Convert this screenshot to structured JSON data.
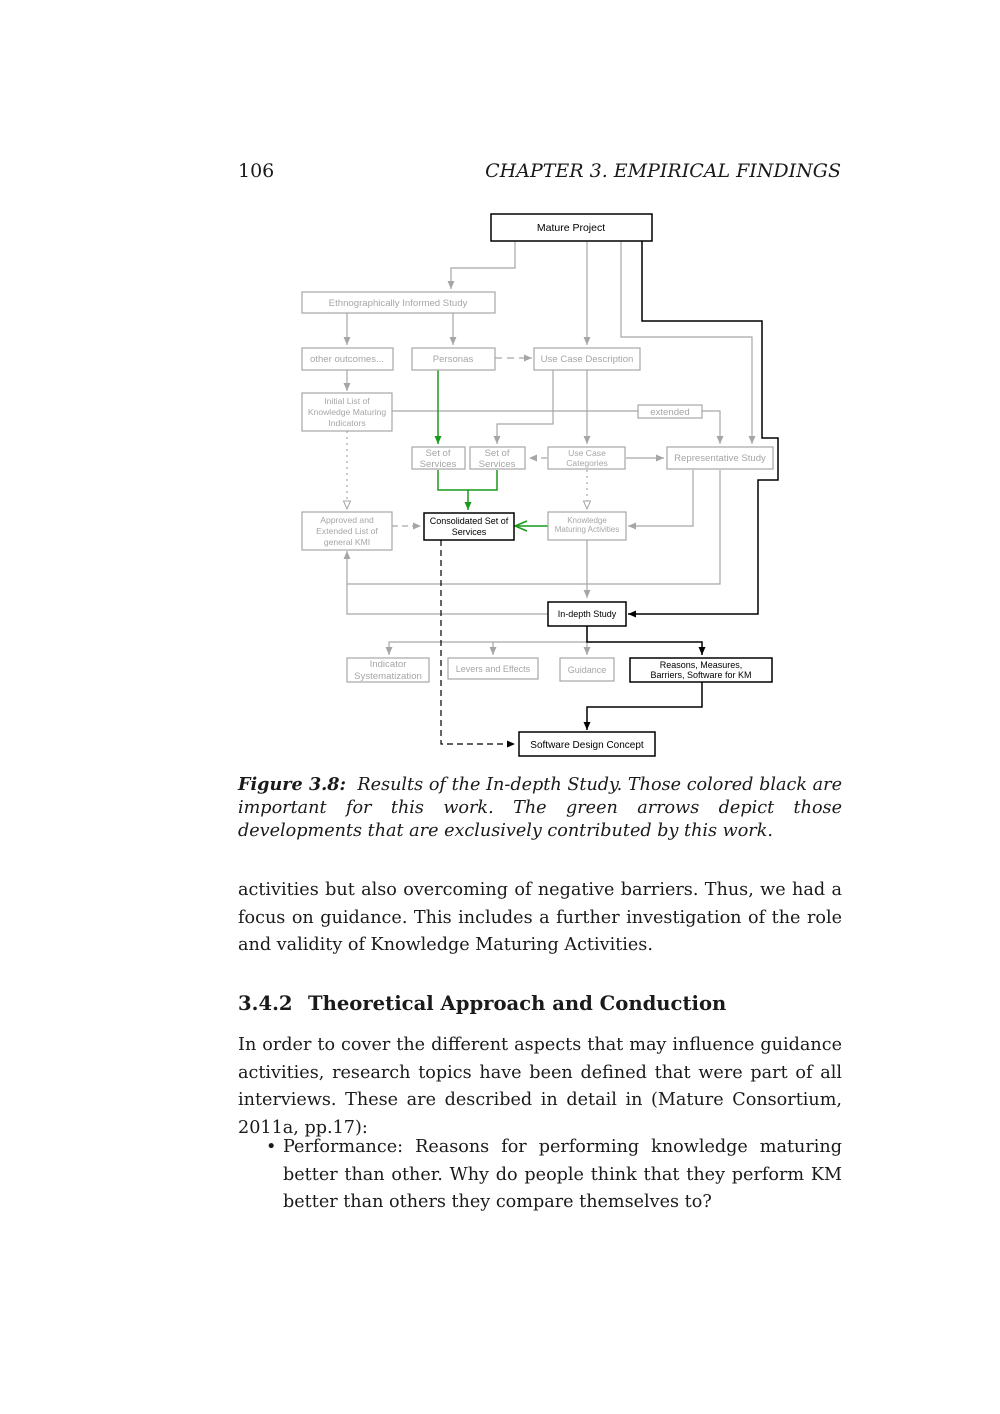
{
  "header": {
    "page_number": "106",
    "chapter": "CHAPTER 3.  EMPIRICAL FINDINGS"
  },
  "figure": {
    "nodes": {
      "mature_project": "Mature Project",
      "ethnographic_study": "Ethnographically Informed Study",
      "other_outcomes": "other outcomes...",
      "personas": "Personas",
      "use_case_description": "Use Case Description",
      "initial_list": [
        "Initial List of",
        "Knowledge Maturing",
        "Indicators"
      ],
      "extended": "extended",
      "set_of_services_1": [
        "Set of",
        "Services"
      ],
      "set_of_services_2": [
        "Set of",
        "Services"
      ],
      "use_case_categories": [
        "Use Case",
        "Categories"
      ],
      "representative_study": "Representative Study",
      "approved_list": [
        "Approved and",
        "Extended List of",
        "general KMI"
      ],
      "consolidated_services": [
        "Consolidated Set of",
        "Services"
      ],
      "knowledge_maturing_activities": [
        "Knowledge",
        "Maturing Activities"
      ],
      "in_depth_study": "In-depth Study",
      "indicator_systematization": [
        "Indicator",
        "Systematization"
      ],
      "levers_effects": "Levers and Effects",
      "guidance": "Guidance",
      "reasons_measures": [
        "Reasons, Measures,",
        "Barriers, Software for KM"
      ],
      "software_design_concept": "Software Design Concept"
    },
    "colors": {
      "important": "#000000",
      "other": "#a6a6a6",
      "contribution": "#1a9a1a"
    }
  },
  "caption": {
    "label": "Figure 3.8:",
    "text": "Results of the In-depth Study. Those colored black are important for this work. The green arrows depict those developments that are exclusively contributed by this work."
  },
  "body": {
    "paragraph_1": "activities but also overcoming of negative barriers. Thus, we had a focus on guidance. This includes a further investigation of the role and validity of Knowledge Maturing Activities.",
    "section": {
      "number": "3.4.2",
      "title": "Theoretical Approach and Conduction"
    },
    "paragraph_2": "In order to cover the different aspects that may influence guidance activities, research topics have been defined that were part of all interviews. These are described in detail in (Mature Consortium, 2011a, pp.17):",
    "bullets": [
      "Performance: Reasons for performing knowledge maturing better than other. Why do people think that they perform KM better than others they compare themselves to?"
    ]
  }
}
